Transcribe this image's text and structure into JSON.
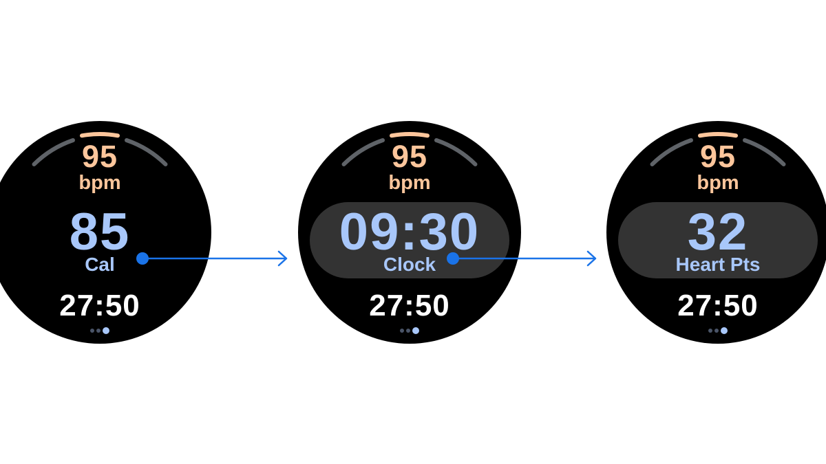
{
  "colors": {
    "background": "#ffffff",
    "watch_face": "#000000",
    "heart_rate": "#fdc69c",
    "main_metric": "#a8c7fa",
    "timer": "#ffffff",
    "pill_background": "#333333",
    "arc_inactive": "#5f6368",
    "arc_active": "#fdc69c",
    "connector": "#1a73e8",
    "page_dot_inactive": "#4a5468",
    "page_dot_active": "#a8c7fa"
  },
  "watches": [
    {
      "heart_rate": {
        "value": "95",
        "unit": "bpm"
      },
      "metric": {
        "value": "85",
        "label": "Cal"
      },
      "highlighted": false,
      "timer": "27:50",
      "page_indicator": {
        "count": 3,
        "active_index": 2
      }
    },
    {
      "heart_rate": {
        "value": "95",
        "unit": "bpm"
      },
      "metric": {
        "value": "09:30",
        "label": "Clock"
      },
      "highlighted": true,
      "timer": "27:50",
      "page_indicator": {
        "count": 3,
        "active_index": 2
      }
    },
    {
      "heart_rate": {
        "value": "95",
        "unit": "bpm"
      },
      "metric": {
        "value": "32",
        "label": "Heart Pts"
      },
      "highlighted": true,
      "timer": "27:50",
      "page_indicator": {
        "count": 3,
        "active_index": 2
      }
    }
  ],
  "connectors": [
    {
      "from": "watch-1-metric",
      "to": "watch-2"
    },
    {
      "from": "watch-2-metric",
      "to": "watch-3"
    }
  ]
}
